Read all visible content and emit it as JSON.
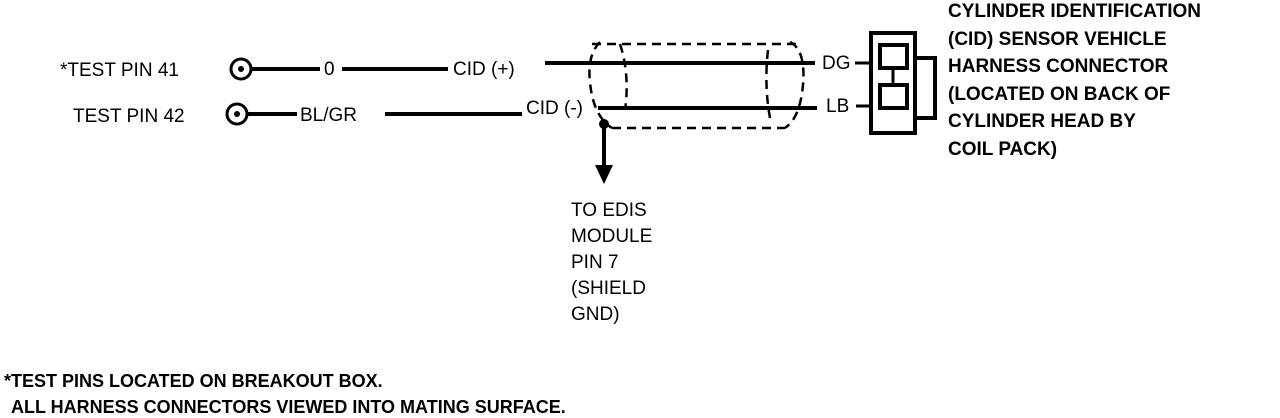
{
  "pins": {
    "pin41": "*TEST PIN 41",
    "pin42": "TEST PIN 42"
  },
  "wires": {
    "wire1_color": "0",
    "wire2_color": "BL/GR"
  },
  "signals": {
    "cid_plus": "CID (+)",
    "cid_minus": "CID (-)"
  },
  "connector_wires": {
    "dg": "DG",
    "lb": "LB"
  },
  "connector_label": [
    "CYLINDER IDENTIFICATION",
    "(CID) SENSOR VEHICLE",
    "HARNESS CONNECTOR",
    "(LOCATED ON BACK OF",
    "CYLINDER HEAD BY",
    "COIL PACK)"
  ],
  "shield_label": [
    "TO EDIS",
    "MODULE",
    "PIN 7",
    "(SHIELD",
    "GND)"
  ],
  "notes": [
    "*TEST PINS LOCATED ON BREAKOUT BOX.",
    "ALL HARNESS CONNECTORS VIEWED INTO MATING SURFACE."
  ]
}
